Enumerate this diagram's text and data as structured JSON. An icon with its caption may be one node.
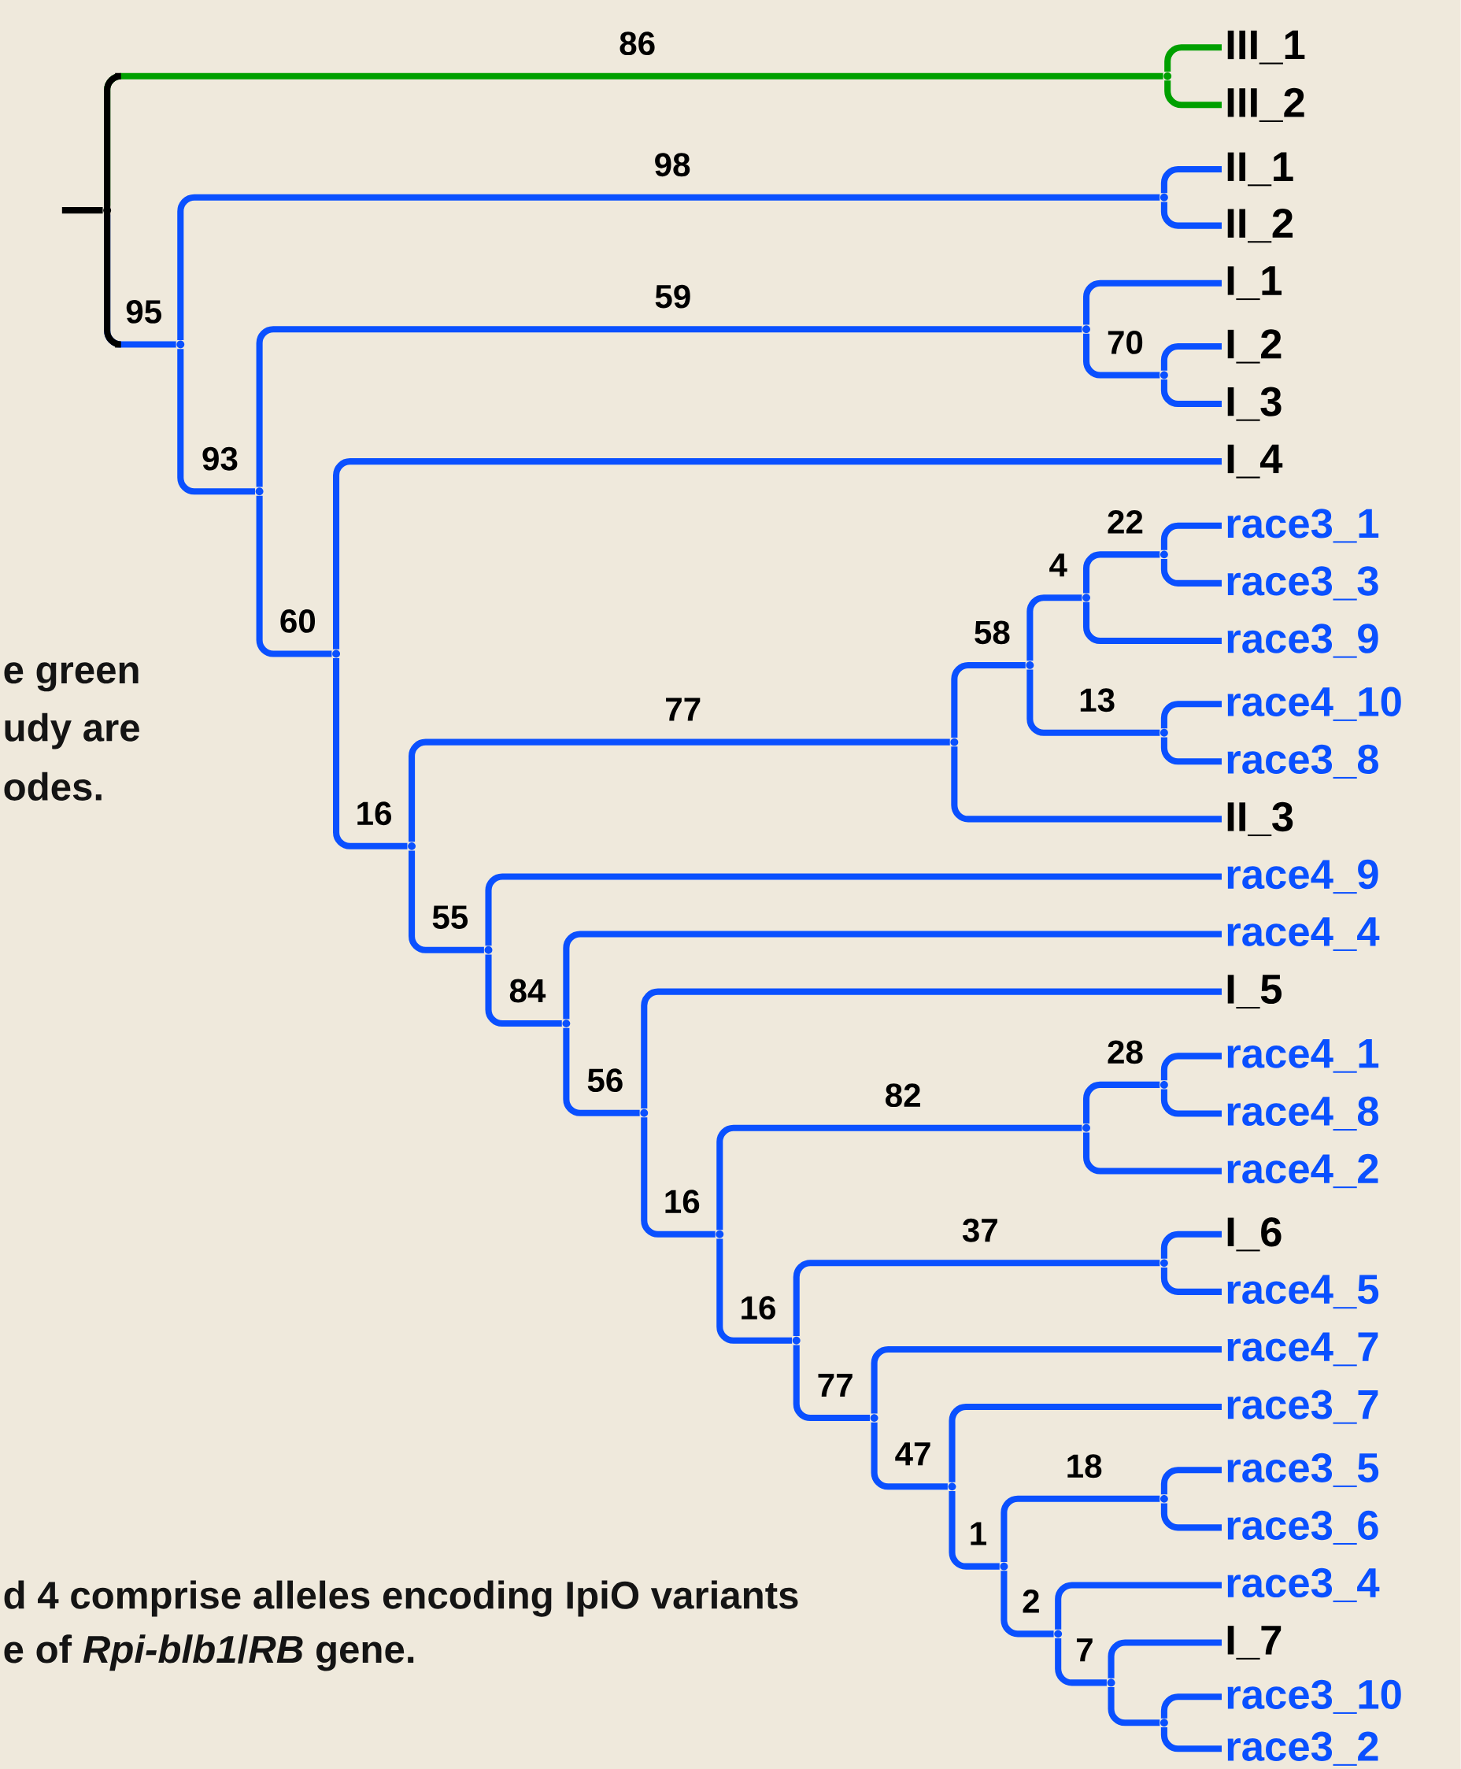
{
  "diagram": {
    "nodes": [
      {
        "text": [],
        "shape": "point"
      },
      {
        "text": [],
        "shape": "point"
      },
      {
        "text": [
          "III_1"
        ]
      },
      {
        "text": [
          "III_2"
        ]
      },
      {
        "text": [],
        "shape": "point"
      },
      {
        "text": [],
        "shape": "point"
      },
      {
        "text": [
          "II_1"
        ]
      },
      {
        "text": [
          "II_2"
        ]
      },
      {
        "text": [],
        "shape": "point"
      },
      {
        "text": [],
        "shape": "point"
      },
      {
        "text": [
          "I_1"
        ]
      },
      {
        "text": [],
        "shape": "point"
      },
      {
        "text": [
          "I_2"
        ]
      },
      {
        "text": [
          "I_3"
        ]
      },
      {
        "text": [],
        "shape": "point"
      },
      {
        "text": [
          "I_4"
        ]
      },
      {
        "text": [],
        "shape": "point"
      },
      {
        "text": [],
        "shape": "point"
      },
      {
        "text": [],
        "shape": "point"
      },
      {
        "text": [],
        "shape": "point"
      },
      {
        "text": [],
        "shape": "point"
      },
      {
        "text": [
          "race3_1"
        ]
      },
      {
        "text": [
          "race3_3"
        ]
      },
      {
        "text": [
          "race3_9"
        ]
      },
      {
        "text": [],
        "shape": "point"
      },
      {
        "text": [
          "race4_10"
        ]
      },
      {
        "text": [
          "race3_8"
        ]
      },
      {
        "text": [
          "II_3"
        ]
      },
      {
        "text": [],
        "shape": "point"
      },
      {
        "text": [
          "race4_9"
        ]
      },
      {
        "text": [],
        "shape": "point"
      },
      {
        "text": [
          "race4_4"
        ]
      },
      {
        "text": [],
        "shape": "point"
      },
      {
        "text": [
          "I_5"
        ]
      },
      {
        "text": [],
        "shape": "point"
      },
      {
        "text": [],
        "shape": "point"
      },
      {
        "text": [],
        "shape": "point"
      },
      {
        "text": [
          "race4_1"
        ]
      },
      {
        "text": [
          "race4_8"
        ]
      },
      {
        "text": [
          "race4_2"
        ]
      },
      {
        "text": [],
        "shape": "point"
      },
      {
        "text": [],
        "shape": "point"
      },
      {
        "text": [
          "I_6"
        ]
      },
      {
        "text": [
          "race4_5"
        ]
      },
      {
        "text": [],
        "shape": "point"
      },
      {
        "text": [
          "race4_7"
        ]
      },
      {
        "text": [],
        "shape": "point"
      },
      {
        "text": [
          "race3_7"
        ]
      },
      {
        "text": [],
        "shape": "point"
      },
      {
        "text": [],
        "shape": "point"
      },
      {
        "text": [
          "race3_5"
        ]
      },
      {
        "text": [
          "race3_6"
        ]
      },
      {
        "text": [],
        "shape": "point"
      },
      {
        "text": [
          "race3_4"
        ]
      },
      {
        "text": [],
        "shape": "point"
      },
      {
        "text": [
          "I_7"
        ]
      },
      {
        "text": [],
        "shape": "point"
      },
      {
        "text": [
          "race3_10"
        ]
      },
      {
        "text": [
          "race3_2"
        ]
      }
    ],
    "edges": [
      {
        "from": null,
        "to": 0,
        "arrow": "none",
        "color": "#000000"
      },
      {
        "from": 0,
        "to": 1,
        "arrow": "none",
        "label": "86",
        "color": "#00a000"
      },
      {
        "from": 1,
        "to": 2,
        "arrow": "none",
        "color": "#00a000"
      },
      {
        "from": 1,
        "to": 3,
        "arrow": "none",
        "color": "#00a000"
      },
      {
        "from": 0,
        "to": 4,
        "arrow": "none",
        "label": "95"
      },
      {
        "from": 4,
        "to": 5,
        "arrow": "none",
        "label": "98"
      },
      {
        "from": 5,
        "to": 6,
        "arrow": "none"
      },
      {
        "from": 5,
        "to": 7,
        "arrow": "none"
      },
      {
        "from": 4,
        "to": 8,
        "arrow": "none",
        "label": "93"
      },
      {
        "from": 8,
        "to": 9,
        "arrow": "none",
        "label": "59"
      },
      {
        "from": 9,
        "to": 10,
        "arrow": "none"
      },
      {
        "from": 9,
        "to": 11,
        "arrow": "none",
        "label": "70"
      },
      {
        "from": 11,
        "to": 12,
        "arrow": "none"
      },
      {
        "from": 11,
        "to": 13,
        "arrow": "none"
      },
      {
        "from": 8,
        "to": 14,
        "arrow": "none",
        "label": "60"
      },
      {
        "from": 14,
        "to": 15,
        "arrow": "none"
      },
      {
        "from": 14,
        "to": 16,
        "arrow": "none",
        "label": "16"
      },
      {
        "from": 16,
        "to": 17,
        "arrow": "none",
        "label": "77"
      },
      {
        "from": 17,
        "to": 18,
        "arrow": "none",
        "label": "58"
      },
      {
        "from": 18,
        "to": 19,
        "arrow": "none",
        "label": "4"
      },
      {
        "from": 19,
        "to": 20,
        "arrow": "none",
        "label": "22"
      },
      {
        "from": 20,
        "to": 21,
        "arrow": "none"
      },
      {
        "from": 20,
        "to": 22,
        "arrow": "none"
      },
      {
        "from": 19,
        "to": 23,
        "arrow": "none"
      },
      {
        "from": 18,
        "to": 24,
        "arrow": "none",
        "label": "13"
      },
      {
        "from": 24,
        "to": 25,
        "arrow": "none"
      },
      {
        "from": 24,
        "to": 26,
        "arrow": "none"
      },
      {
        "from": 17,
        "to": 27,
        "arrow": "none"
      },
      {
        "from": 16,
        "to": 28,
        "arrow": "none",
        "label": "55"
      },
      {
        "from": 28,
        "to": 29,
        "arrow": "none"
      },
      {
        "from": 28,
        "to": 30,
        "arrow": "none",
        "label": "84"
      },
      {
        "from": 30,
        "to": 31,
        "arrow": "none"
      },
      {
        "from": 30,
        "to": 32,
        "arrow": "none",
        "label": "56"
      },
      {
        "from": 32,
        "to": 33,
        "arrow": "none"
      },
      {
        "from": 32,
        "to": 34,
        "arrow": "none",
        "label": "16"
      },
      {
        "from": 34,
        "to": 35,
        "arrow": "none",
        "label": "82"
      },
      {
        "from": 35,
        "to": 36,
        "arrow": "none",
        "label": "28"
      },
      {
        "from": 36,
        "to": 37,
        "arrow": "none"
      },
      {
        "from": 36,
        "to": 38,
        "arrow": "none"
      },
      {
        "from": 35,
        "to": 39,
        "arrow": "none"
      },
      {
        "from": 34,
        "to": 40,
        "arrow": "none",
        "label": "16"
      },
      {
        "from": 40,
        "to": 41,
        "arrow": "none",
        "label": "37"
      },
      {
        "from": 41,
        "to": 42,
        "arrow": "none"
      },
      {
        "from": 41,
        "to": 43,
        "arrow": "none"
      },
      {
        "from": 40,
        "to": 44,
        "arrow": "none",
        "label": "77"
      },
      {
        "from": 44,
        "to": 45,
        "arrow": "none"
      },
      {
        "from": 44,
        "to": 46,
        "arrow": "none",
        "label": "47"
      },
      {
        "from": 46,
        "to": 47,
        "arrow": "none"
      },
      {
        "from": 46,
        "to": 48,
        "arrow": "none",
        "label": "1"
      },
      {
        "from": 48,
        "to": 49,
        "arrow": "none",
        "label": "18"
      },
      {
        "from": 49,
        "to": 50,
        "arrow": "none"
      },
      {
        "from": 49,
        "to": 51,
        "arrow": "none"
      },
      {
        "from": 48,
        "to": 52,
        "arrow": "none",
        "label": "2"
      },
      {
        "from": 52,
        "to": 53,
        "arrow": "none"
      },
      {
        "from": 52,
        "to": 54,
        "arrow": "none",
        "label": "7"
      },
      {
        "from": 54,
        "to": 55,
        "arrow": "none"
      },
      {
        "from": 54,
        "to": 56,
        "arrow": "none"
      },
      {
        "from": 56,
        "to": 57,
        "arrow": "none"
      },
      {
        "from": 56,
        "to": 58,
        "arrow": "none"
      }
    ],
    "labels": [
      "e green",
      "udy are",
      "odes.",
      "d 4 comprise alleles encoding IpiO variants",
      "e of *Rpi-blb1*/*RB* gene."
    ]
  }
}
